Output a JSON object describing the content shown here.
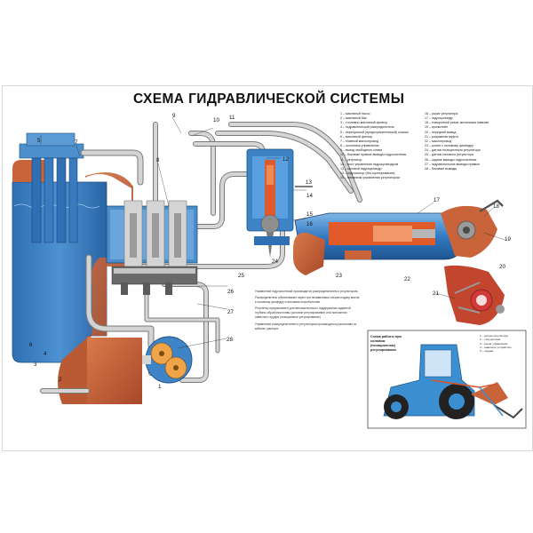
{
  "title": "СХЕМА ГИДРАВЛИЧЕСКОЙ СИСТЕМЫ",
  "part_numbers": [
    "1",
    "2",
    "3",
    "4",
    "5",
    "6",
    "7",
    "8",
    "9",
    "10",
    "11",
    "12",
    "13",
    "14",
    "15",
    "16",
    "17",
    "18",
    "19",
    "20",
    "21",
    "22",
    "23",
    "24",
    "25",
    "26",
    "27",
    "28"
  ],
  "legend_left": [
    "1 – масляный насос",
    "2 – масляный бак",
    "3 – топливно-масляный фильтр",
    "4 – гидравлический распределитель",
    "5 – перепускной (предохранительный) клапан",
    "6 – масляный фильтр",
    "7 – главный маслопровод",
    "8 – золотники управления",
    "9 – выход свободного слива",
    "10 – боковые правые выводы гидросистемы",
    "11 – регулятор",
    "12 – пост управления гидроцилиндром",
    "13 – силовой гидроцилиндр",
    "14 – гидромотор (без шунтирования)",
    "15 – механизм управления регулятором"
  ],
  "legend_right": [
    "16 – рычаг регулятора",
    "17 – гидроцилиндр",
    "18 – поворотный рычаг механизма навески",
    "19 – кронштейн",
    "20 – передний вывод",
    "21 – разрывная муфта",
    "22 – маслопровод",
    "23 – шланг к силовому цилиндру",
    "24 – датчик позиционного регулятора",
    "25 – датчик силового регулятора",
    "26 – задние выводы гидросистемы",
    "27 – гидравлические выводы правые",
    "28 – боковые выводы"
  ],
  "description": [
    "Управление гидросистемой производится распределителем и регулятором.",
    "Распределитель обеспечивает через три независимых секции подачу масла к силовому цилиндру и внешним потребителям.",
    "Регулятор предназначен для автоматического поддержания заданной глубины обработки почвы (силовое регулирование) или положения навесного орудия (позиционное регулирование).",
    "Управление распределителем и регулятором производится рукоятками из кабины трактора."
  ],
  "inset": {
    "title": "Схема работы при силовом (позиционном) регулировании",
    "legend": [
      "1 – датчик регулятора",
      "2 – тяга датчика",
      "3 – рычаг управления",
      "4 – навесное устройство",
      "5 – орудие"
    ]
  },
  "colors": {
    "oil_tank": "#3f84c6",
    "casing": "#c9643a",
    "pipe": "#c8c8c8",
    "tractor": "#3b8fd1",
    "hydraulic": "#2f77c0",
    "pressure_oil": "#d8542b"
  }
}
